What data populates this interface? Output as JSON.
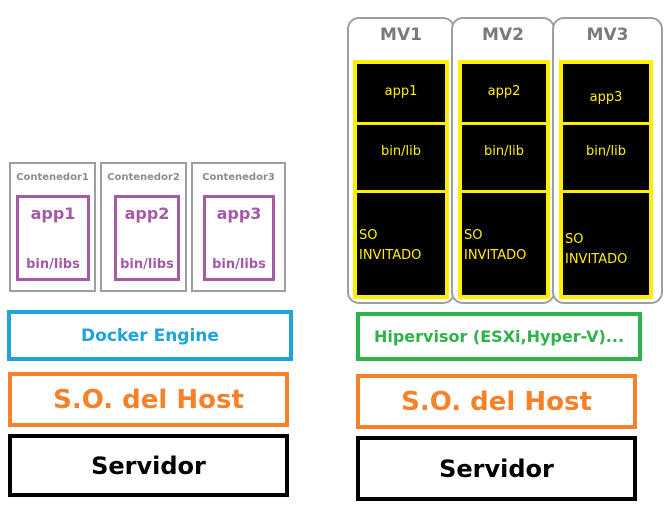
{
  "containers": [
    {
      "title": "Contenedor1",
      "app": "app1",
      "libs": "bin/libs"
    },
    {
      "title": "Contenedor2",
      "app": "app2",
      "libs": "bin/libs"
    },
    {
      "title": "Contenedor3",
      "app": "app3",
      "libs": "bin/libs"
    }
  ],
  "left_layers": {
    "engine": "Docker Engine",
    "host_os": "S.O. del Host",
    "server": "Servidor"
  },
  "vms": [
    {
      "title": "MV1",
      "app": "app1",
      "lib": "bin/lib",
      "os_line1": "SO",
      "os_line2": "INVITADO"
    },
    {
      "title": "MV2",
      "app": "app2",
      "lib": "bin/lib",
      "os_line1": "SO",
      "os_line2": "INVITADO"
    },
    {
      "title": "MV3",
      "app": "app3",
      "lib": "bin/lib",
      "os_line1": "SO",
      "os_line2": "INVITADO"
    }
  ],
  "right_layers": {
    "hypervisor": "Hipervisor (ESXi,Hyper-V)...",
    "host_os": "S.O. del Host",
    "server": "Servidor"
  },
  "colors": {
    "docker": "#1fa3dd",
    "hypervisor": "#2fb24b",
    "host_os": "#f5812a",
    "server": "#000000",
    "container_app": "#a55aa6",
    "vm_highlight": "#ffee00",
    "vm_fill": "#000000",
    "frame_gray": "#9e9e9e"
  }
}
